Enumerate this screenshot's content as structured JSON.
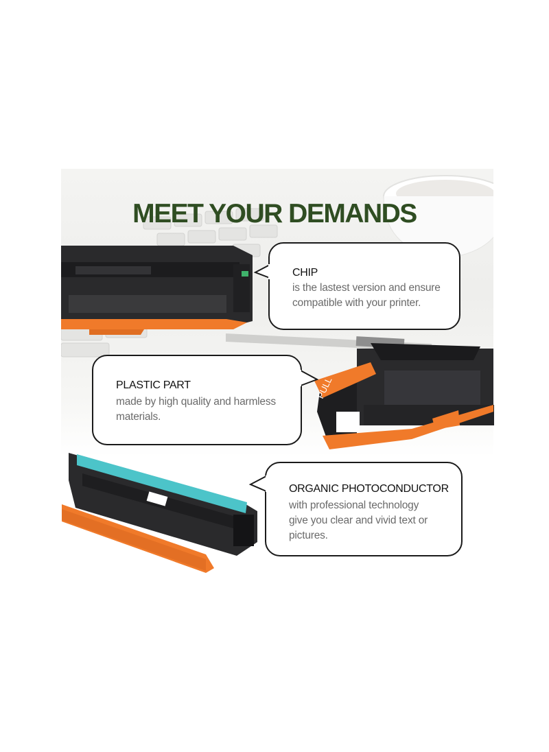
{
  "headline": "MEET YOUR DEMANDS",
  "callouts": {
    "chip": {
      "title": "CHIP",
      "line1": "is the lastest version and ensure",
      "line2": "compatible with your printer."
    },
    "plastic": {
      "title": "PLASTIC PART",
      "line1": "made by high quality and harmless",
      "line2": "materials."
    },
    "opc": {
      "title": "ORGANIC PHOTOCONDUCTOR",
      "line1": "with professional technology",
      "line2": "give you clear and vivid text or",
      "line3": "pictures."
    }
  },
  "pull_tab_text": "PULL",
  "colors": {
    "headline": "#2f4d22",
    "toner_orange": "#f07a2a",
    "toner_body": "#2a2a2c",
    "drum_teal": "#4cc4c9"
  }
}
